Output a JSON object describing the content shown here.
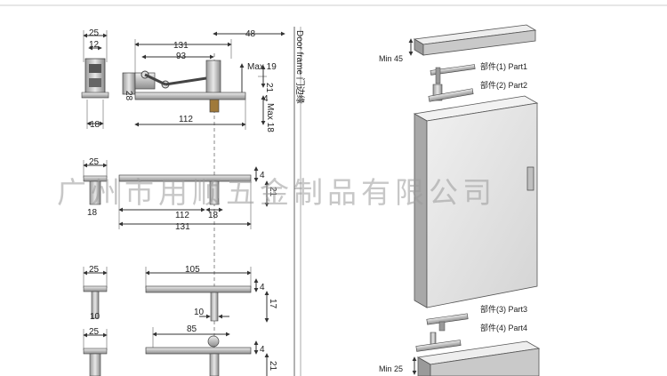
{
  "top_view": {
    "d25": "25",
    "d12": "12",
    "d18": "18",
    "d131": "131",
    "d93": "93",
    "d48": "48",
    "max19": "Max 19",
    "d21": "21",
    "d4": "4",
    "max18": "Max 18",
    "d28": "28",
    "d112": "112",
    "door_frame": "Door frame 门边缘"
  },
  "middle_view": {
    "d25": "25",
    "d18": "18",
    "d4": "4",
    "d21": "21",
    "d112": "112",
    "d18b": "18",
    "d131": "131"
  },
  "bottom_view_1": {
    "d25": "25",
    "d105": "105",
    "d4": "4",
    "d17": "17",
    "d10a": "10",
    "d10b": "10"
  },
  "bottom_view_2": {
    "d25": "25",
    "d85": "85",
    "d4": "4",
    "d21": "21"
  },
  "assembly": {
    "min45": "Min 45",
    "part1": "部件(1) Part1",
    "part2": "部件(2) Part2",
    "part3": "部件(3) Part3",
    "part4": "部件(4) Part4",
    "min25": "Min 25"
  },
  "watermark": "广州市用顺五金制品有限公司",
  "colors": {
    "line": "#333333",
    "metal": "#c8c8c8",
    "door_face": "#e2e2e2",
    "watermark": "#9a9a9a"
  }
}
